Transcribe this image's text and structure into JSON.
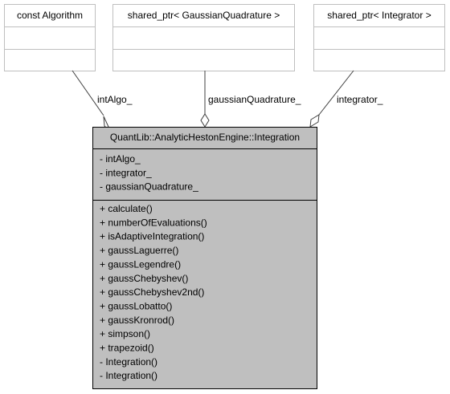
{
  "colors": {
    "main_fill": "#bfbfbf",
    "main_border": "#000000",
    "peer_border": "#bfbfbf",
    "edge": "#404040"
  },
  "peers": [
    {
      "title": "const Algorithm",
      "edge_label": "intAlgo_"
    },
    {
      "title": "shared_ptr< GaussianQuadrature >",
      "edge_label": "gaussianQuadrature_"
    },
    {
      "title": "shared_ptr< Integrator >",
      "edge_label": "integrator_"
    }
  ],
  "main": {
    "title": "QuantLib::AnalyticHestonEngine::Integration",
    "attributes": [
      "- intAlgo_",
      "- integrator_",
      "- gaussianQuadrature_"
    ],
    "methods": [
      "+ calculate()",
      "+ numberOfEvaluations()",
      "+ isAdaptiveIntegration()",
      "+ gaussLaguerre()",
      "+ gaussLegendre()",
      "+ gaussChebyshev()",
      "+ gaussChebyshev2nd()",
      "+ gaussLobatto()",
      "+ gaussKronrod()",
      "+ simpson()",
      "+ trapezoid()",
      "- Integration()",
      "- Integration()"
    ]
  }
}
